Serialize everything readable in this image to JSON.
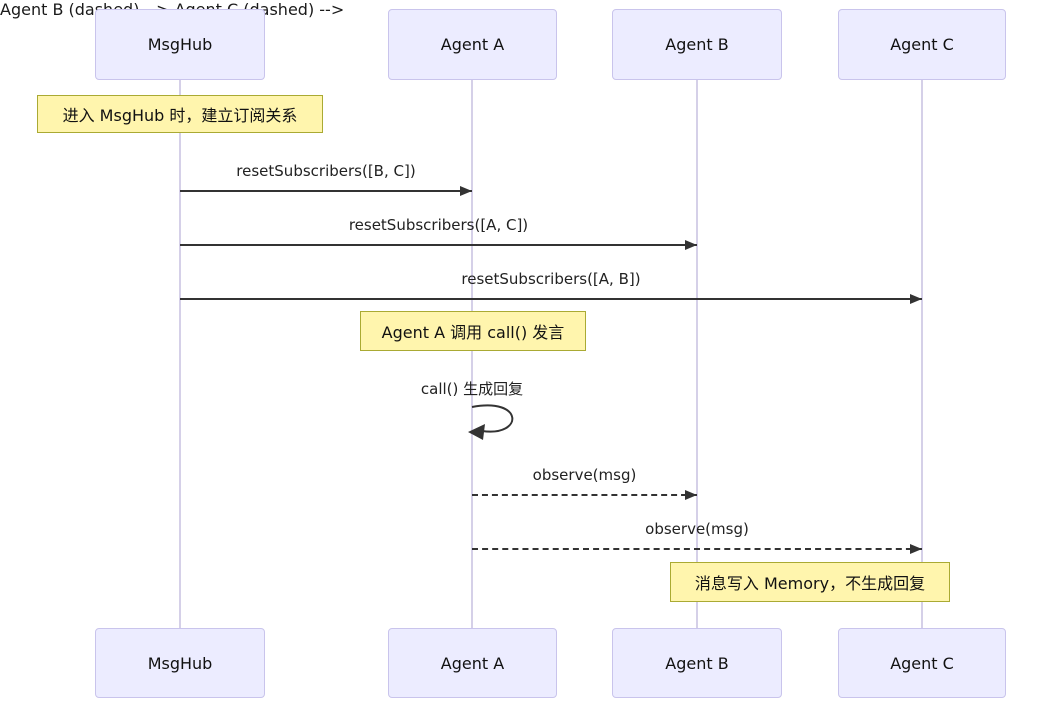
{
  "diagram": {
    "type": "sequence-diagram",
    "actors": [
      {
        "name": "MsgHub"
      },
      {
        "name": "Agent A"
      },
      {
        "name": "Agent B"
      },
      {
        "name": "Agent C"
      }
    ],
    "notes": [
      {
        "text": "进入 MsgHub 时，建立订阅关系",
        "over": "MsgHub"
      },
      {
        "text": "Agent A 调用 call() 发言",
        "over": "Agent A"
      },
      {
        "text": "消息写入 Memory，不生成回复",
        "over": "Agent B, Agent C"
      }
    ],
    "messages": [
      {
        "from": "MsgHub",
        "to": "Agent A",
        "label": "resetSubscribers([B, C])",
        "style": "solid"
      },
      {
        "from": "MsgHub",
        "to": "Agent B",
        "label": "resetSubscribers([A, C])",
        "style": "solid"
      },
      {
        "from": "MsgHub",
        "to": "Agent C",
        "label": "resetSubscribers([A, B])",
        "style": "solid"
      },
      {
        "from": "Agent A",
        "to": "Agent A",
        "label": "call() 生成回复",
        "style": "self"
      },
      {
        "from": "Agent A",
        "to": "Agent B",
        "label": "observe(msg)",
        "style": "dashed"
      },
      {
        "from": "Agent A",
        "to": "Agent C",
        "label": "observe(msg)",
        "style": "dashed"
      }
    ]
  },
  "colors": {
    "actor_fill": "#ECECFF",
    "actor_border": "#C9C4EC",
    "note_fill": "#FFF5AD",
    "note_border": "#AAAA33",
    "message_line": "#333333",
    "lifeline": "#D5D0E8",
    "text": "#1A1A1A"
  }
}
